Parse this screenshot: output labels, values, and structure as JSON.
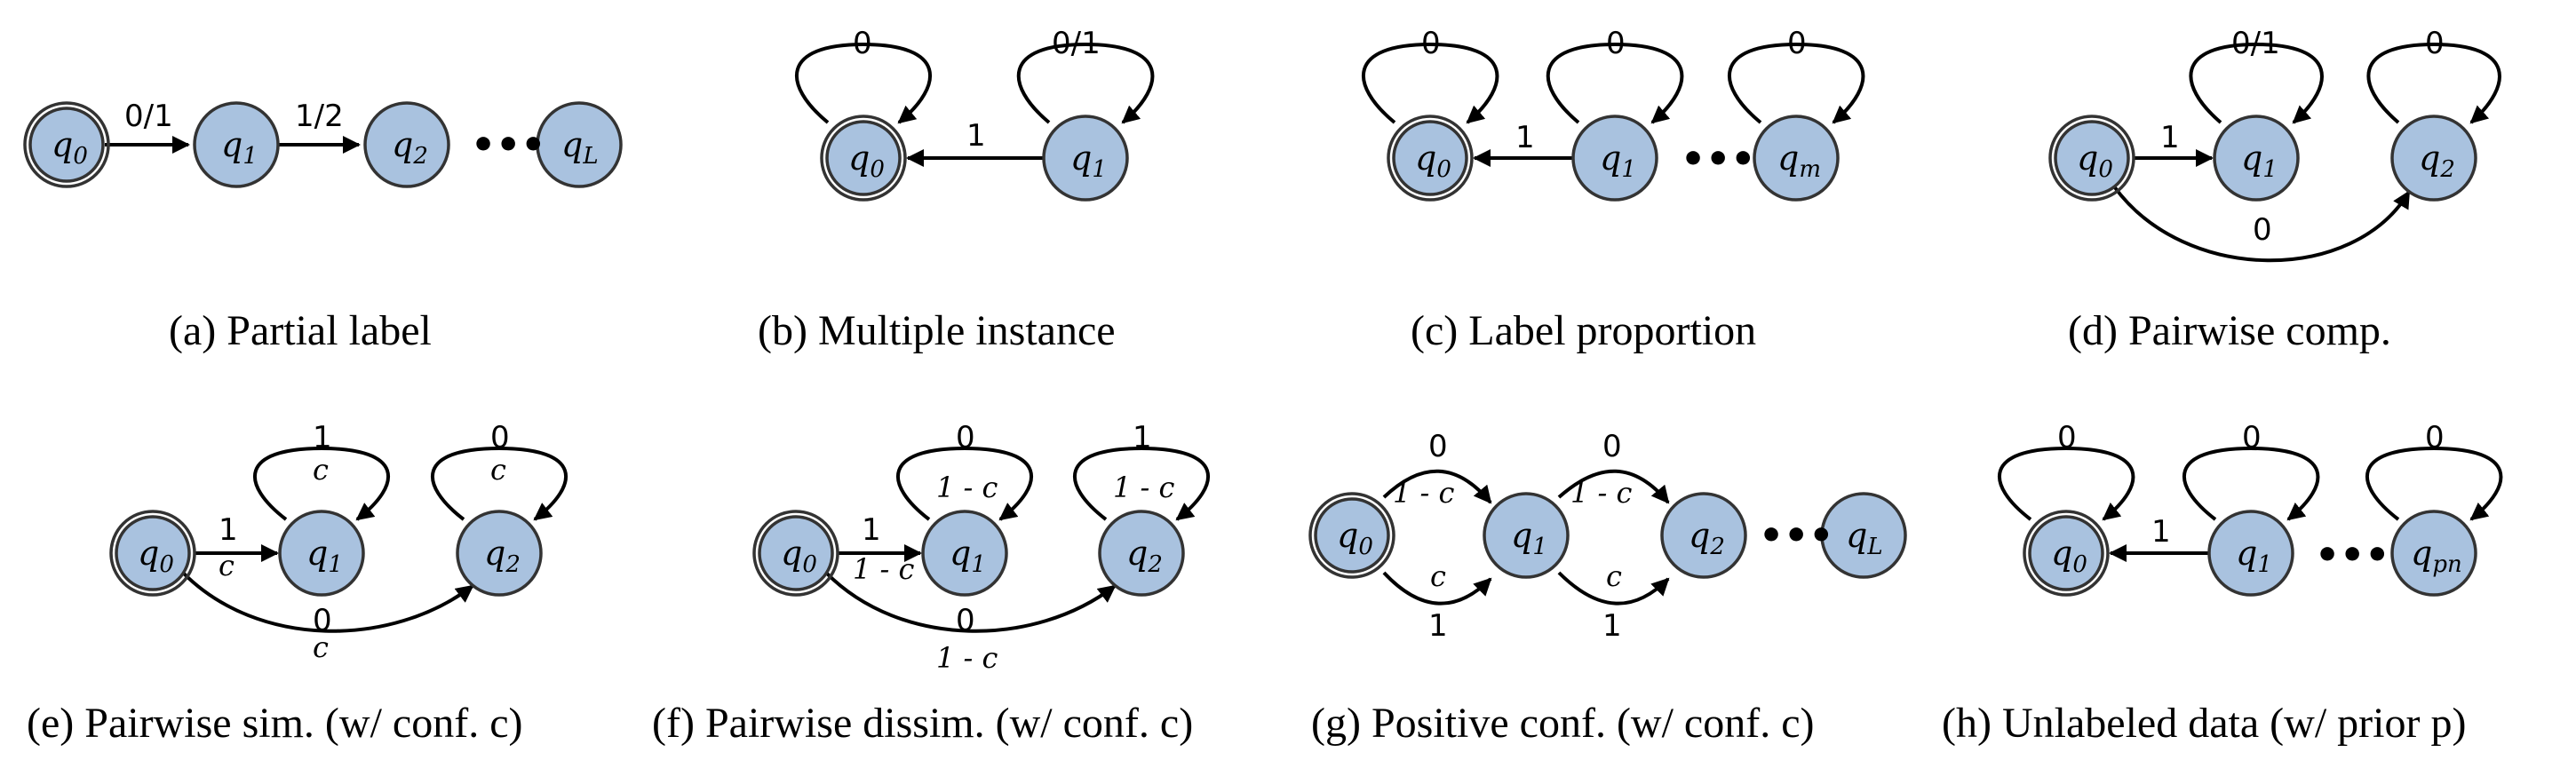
{
  "panels": [
    {
      "id": "a",
      "caption": "(a)  Partial label",
      "states": [
        "q0",
        "q1",
        "q2",
        "qL"
      ],
      "edges": [
        {
          "from": "q0",
          "to": "q1",
          "label": "0/1"
        },
        {
          "from": "q1",
          "to": "q2",
          "label": "1/2"
        }
      ],
      "ellipsis": "•••"
    },
    {
      "id": "b",
      "caption": "(b)  Multiple instance",
      "states": [
        "q0",
        "q1"
      ],
      "edges": [
        {
          "from": "q0",
          "to": "q0",
          "label": "0"
        },
        {
          "from": "q1",
          "to": "q0",
          "label": "1"
        },
        {
          "from": "q1",
          "to": "q1",
          "label": "0/1"
        }
      ]
    },
    {
      "id": "c",
      "caption": "(c)  Label proportion",
      "states": [
        "q0",
        "q1",
        "qm"
      ],
      "edges": [
        {
          "from": "q0",
          "to": "q0",
          "label": "0"
        },
        {
          "from": "q1",
          "to": "q0",
          "label": "1"
        },
        {
          "from": "q1",
          "to": "q1",
          "label": "0"
        },
        {
          "from": "qm",
          "to": "qm",
          "label": "0"
        }
      ],
      "ellipsis": "•••"
    },
    {
      "id": "d",
      "caption": "(d)  Pairwise comp.",
      "states": [
        "q0",
        "q1",
        "q2"
      ],
      "edges": [
        {
          "from": "q0",
          "to": "q1",
          "label": "1"
        },
        {
          "from": "q1",
          "to": "q1",
          "label": "0/1"
        },
        {
          "from": "q2",
          "to": "q2",
          "label": "0"
        },
        {
          "from": "q0",
          "to": "q2",
          "label": "0"
        }
      ]
    },
    {
      "id": "e",
      "caption": "(e)  Pairwise sim. (w/ conf. c)",
      "states": [
        "q0",
        "q1",
        "q2"
      ],
      "edges": [
        {
          "from": "q0",
          "to": "q1",
          "label": "1",
          "weight": "c"
        },
        {
          "from": "q1",
          "to": "q1",
          "label": "1",
          "weight": "c"
        },
        {
          "from": "q2",
          "to": "q2",
          "label": "0",
          "weight": "c"
        },
        {
          "from": "q0",
          "to": "q2",
          "label": "0",
          "weight": "c"
        }
      ]
    },
    {
      "id": "f",
      "caption": "(f)  Pairwise dissim. (w/ conf. c)",
      "states": [
        "q0",
        "q1",
        "q2"
      ],
      "edges": [
        {
          "from": "q0",
          "to": "q1",
          "label": "1",
          "weight": "1 - c"
        },
        {
          "from": "q1",
          "to": "q1",
          "label": "0",
          "weight": "1 - c"
        },
        {
          "from": "q2",
          "to": "q2",
          "label": "1",
          "weight": "1 - c"
        },
        {
          "from": "q0",
          "to": "q2",
          "label": "0",
          "weight": "1 - c"
        }
      ]
    },
    {
      "id": "g",
      "caption": "(g)  Positive conf. (w/ conf. c)",
      "states": [
        "q0",
        "q1",
        "q2",
        "qL"
      ],
      "edges": [
        {
          "from": "q0",
          "to": "q1",
          "label": "0",
          "weight": "1 - c"
        },
        {
          "from": "q0",
          "to": "q1",
          "label": "1",
          "weight": "c"
        },
        {
          "from": "q1",
          "to": "q2",
          "label": "0",
          "weight": "1 - c"
        },
        {
          "from": "q1",
          "to": "q2",
          "label": "1",
          "weight": "c"
        }
      ],
      "ellipsis": "•••"
    },
    {
      "id": "h",
      "caption": "(h)  Unlabeled data (w/ prior p)",
      "states": [
        "q0",
        "q1",
        "qpn"
      ],
      "edges": [
        {
          "from": "q0",
          "to": "q0",
          "label": "0"
        },
        {
          "from": "q1",
          "to": "q0",
          "label": "1"
        },
        {
          "from": "q1",
          "to": "q1",
          "label": "0"
        },
        {
          "from": "qpn",
          "to": "qpn",
          "label": "0"
        }
      ],
      "ellipsis": "•••"
    }
  ],
  "colors": {
    "state_fill": "#a9c2df",
    "state_stroke": "#333333",
    "edge": "#000000"
  }
}
